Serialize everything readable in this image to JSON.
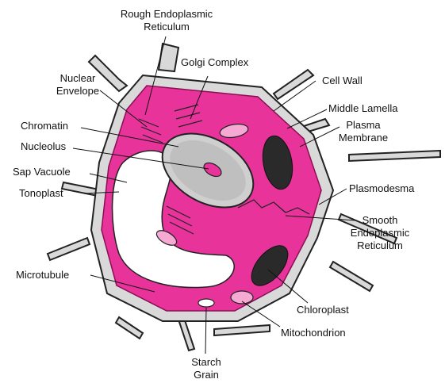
{
  "colors": {
    "cytoplasm": "#e8349a",
    "cytoplasm_light": "#f6a9d3",
    "wall_fill": "#d9d9d9",
    "wall_line": "#222222",
    "nucleus": "#cfcfcf",
    "vacuole": "#ffffff",
    "chloroplast": "#2a2a2a",
    "leader": "#111111"
  },
  "labels": {
    "rough_er_1": "Rough Endoplasmic",
    "rough_er_2": "Reticulum",
    "golgi": "Golgi Complex",
    "cell_wall": "Cell Wall",
    "nuclear_env_1": "Nuclear",
    "nuclear_env_2": "Envelope",
    "middle_lamella": "Middle Lamella",
    "chromatin": "Chromatin",
    "plasma_mem_1": "Plasma",
    "plasma_mem_2": "Membrane",
    "nucleolus": "Nucleolus",
    "sap_vacuole": "Sap Vacuole",
    "plasmodesma": "Plasmodesma",
    "tonoplast": "Tonoplast",
    "smooth_er_1": "Smooth",
    "smooth_er_2": "Endoplasmic",
    "smooth_er_3": "Reticulum",
    "microtubule": "Microtubule",
    "chloroplast": "Chloroplast",
    "mitochondrion": "Mitochondrion",
    "starch_1": "Starch",
    "starch_2": "Grain"
  }
}
